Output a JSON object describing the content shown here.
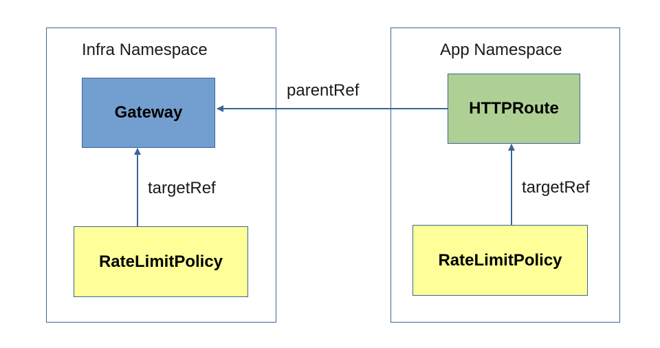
{
  "colors": {
    "border": "#3a6497",
    "gateway_fill": "#729fcf",
    "httproute_fill": "#afd095",
    "policy_fill": "#ffff99",
    "arrow": "#3a6497"
  },
  "infra_namespace": {
    "title": "Infra Namespace",
    "gateway": "Gateway",
    "policy": "RateLimitPolicy",
    "edge_label": "targetRef"
  },
  "app_namespace": {
    "title": "App Namespace",
    "httproute": "HTTPRoute",
    "policy": "RateLimitPolicy",
    "edge_label": "targetRef"
  },
  "cross_edge": {
    "label": "parentRef"
  }
}
